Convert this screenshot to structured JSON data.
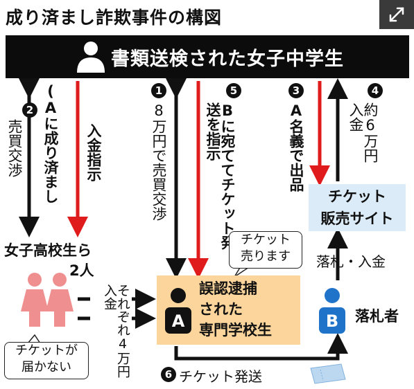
{
  "title": "成り済まし詐欺事件の構図",
  "header": {
    "label": "書類送検された女子中学生"
  },
  "steps": {
    "s1": {
      "num": "1",
      "text": "8万円で売買交渉"
    },
    "s2": {
      "num": "2",
      "text": "売買交渉"
    },
    "s3": {
      "num": "3",
      "text": "A名義で出品"
    },
    "s4": {
      "num": "4",
      "text": "約6万円入金"
    },
    "s5": {
      "num": "5",
      "text": "Bに宛ててチケット発送を指示"
    },
    "s6": {
      "num": "6",
      "text": "チケット発送"
    }
  },
  "labels": {
    "impersonate": "(Aに成り済まし",
    "pay_instruction": "入金指示",
    "students": "女子高校生ら",
    "students_count": "2人",
    "each_paid": "それぞれ4万円入金",
    "site": [
      "チケット",
      "販売サイト"
    ],
    "suspect": [
      "誤認逮捕",
      "された",
      "専門学校生"
    ],
    "bidder": "落札者",
    "bid_pay": "落札・入金",
    "bubble_sell": [
      "チケット",
      "売ります"
    ],
    "bubble_not_arrived": [
      "チケットが",
      "届かない"
    ],
    "person_a": "A",
    "person_b": "B"
  },
  "colors": {
    "black": "#111111",
    "red": "#e01b1b",
    "pink": "#f08f8f",
    "blue": "#1f74c9",
    "orange_box": "#fbd59b",
    "site_box": "#dcebf8"
  },
  "icons": [
    "expand-icon",
    "person-icon"
  ]
}
